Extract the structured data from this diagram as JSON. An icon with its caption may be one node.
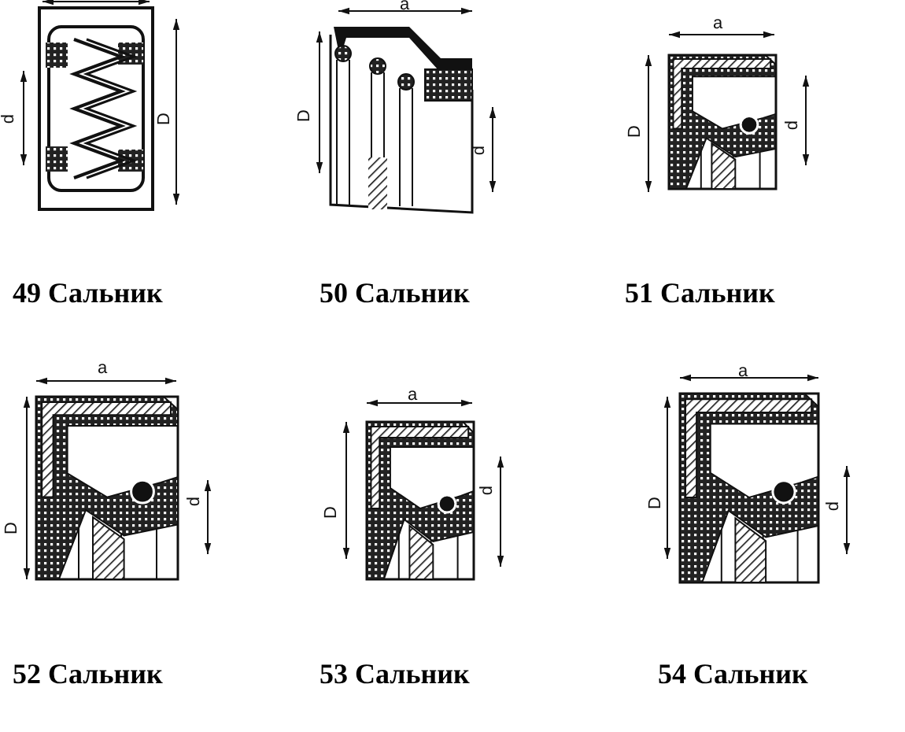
{
  "diagram": {
    "labels": [
      "d",
      "D",
      "a",
      "D",
      "d",
      "a",
      "D",
      "d",
      "49 Сальник",
      "50 Сальник",
      "51 Сальник",
      "a",
      "D",
      "d",
      "a",
      "D",
      "d",
      "a",
      "D",
      "d",
      "52 Сальник",
      "53 Сальник",
      "54 Сальник"
    ]
  }
}
